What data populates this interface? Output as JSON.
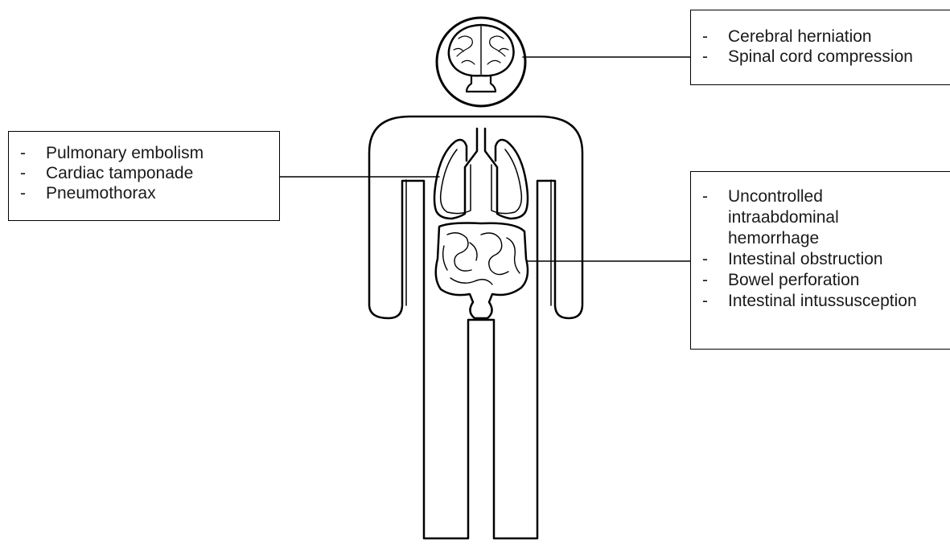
{
  "callouts": {
    "brain": {
      "items": [
        "Cerebral herniation",
        "Spinal cord compression"
      ]
    },
    "chest": {
      "items": [
        "Pulmonary embolism",
        "Cardiac tamponade",
        "Pneumothorax"
      ]
    },
    "abdomen": {
      "items": [
        "Uncontrolled intraabdominal hemorrhage",
        "Intestinal obstruction",
        "Bowel perforation",
        "Intestinal intussusception"
      ]
    }
  },
  "colors": {
    "stroke": "#000000",
    "background": "#ffffff"
  },
  "icons": [
    "brain-icon",
    "lungs-icon",
    "intestines-icon",
    "human-silhouette"
  ]
}
